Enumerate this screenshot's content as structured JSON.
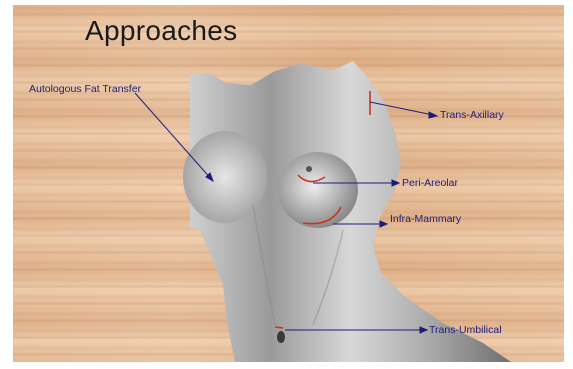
{
  "slide": {
    "title": "Approaches",
    "labels": {
      "fat_transfer": "Autologous Fat Transfer",
      "trans_axillary": "Trans-Axillary",
      "peri_areolar": "Peri-Areolar",
      "infra_mammary": "Infra-Mammary",
      "trans_umbilical": "Trans-Umbilical"
    }
  },
  "colors": {
    "label_text": "#1c1c7a",
    "arrow": "#1c1c7a",
    "incision": "#d0311e",
    "background_wood": "#e4b994"
  }
}
